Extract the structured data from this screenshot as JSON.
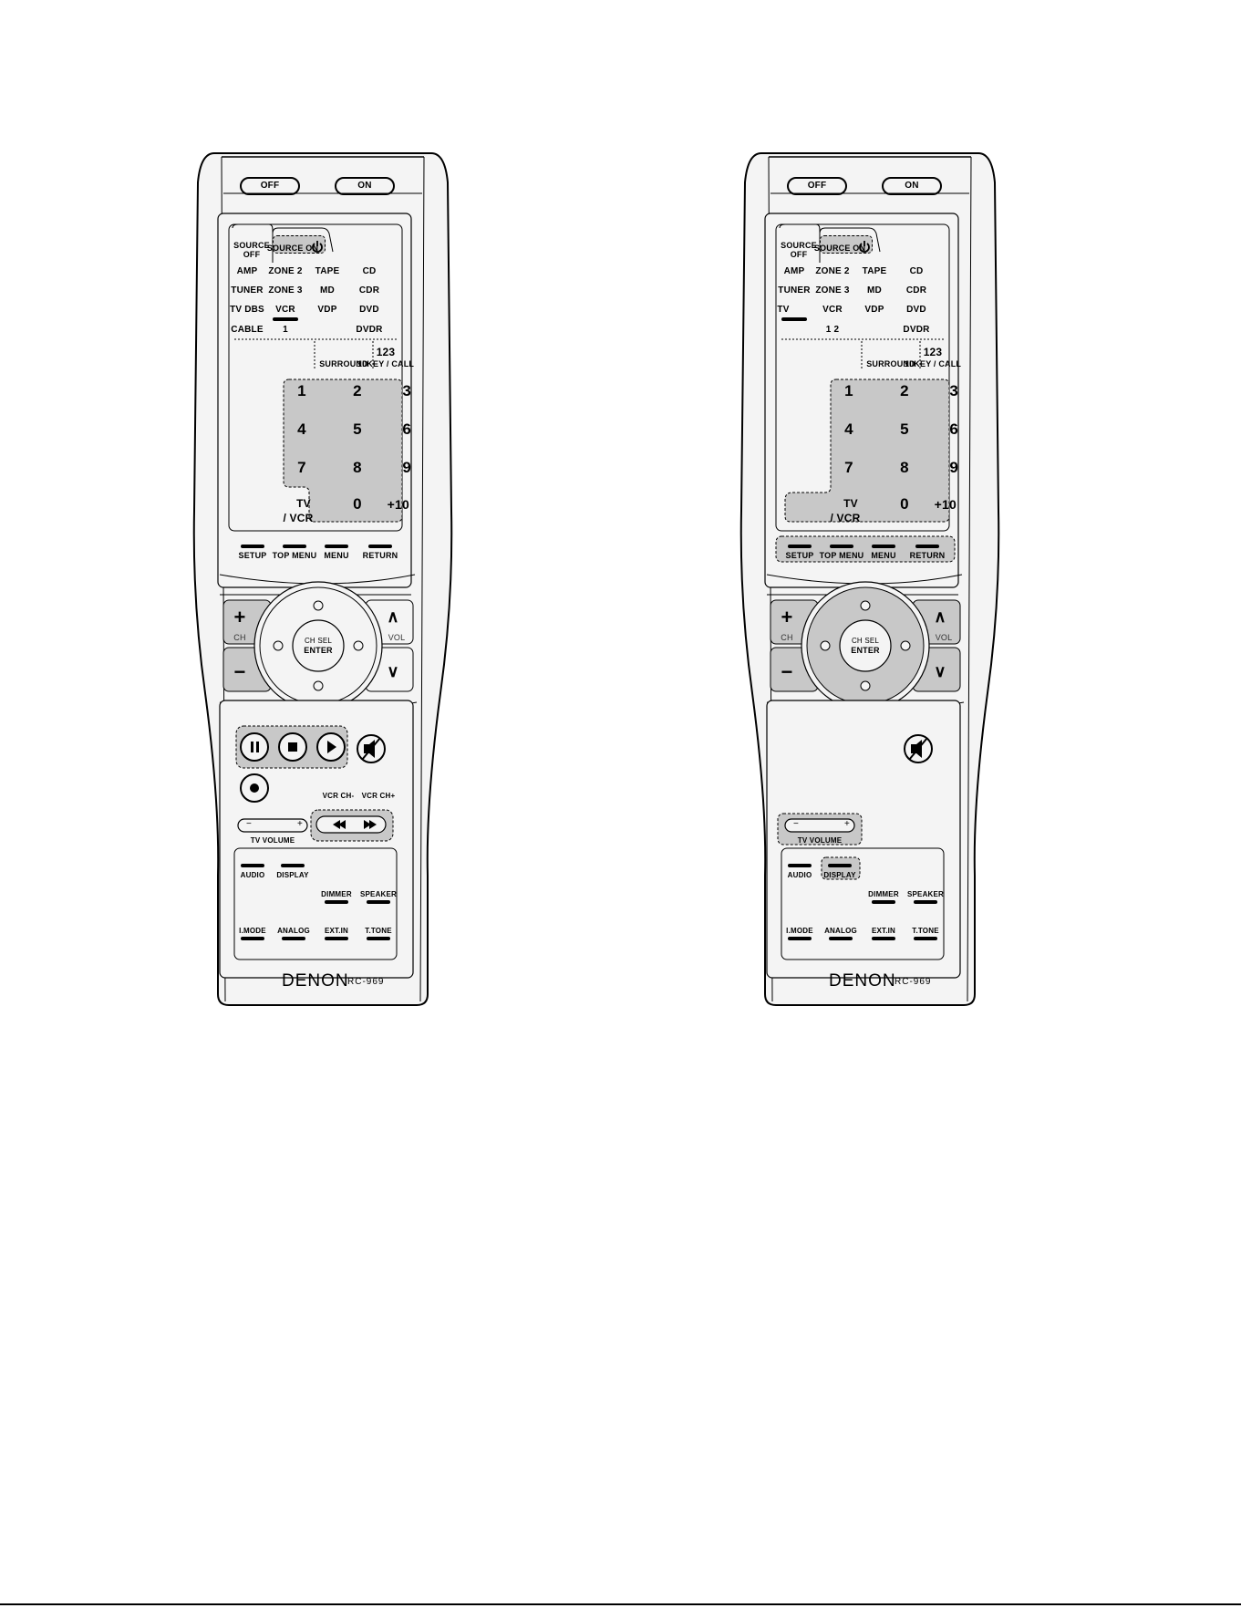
{
  "colors": {
    "body": "#f4f4f4",
    "outline": "#000000",
    "highlight": "#c8c8c8",
    "label": "#000000"
  },
  "remotes": [
    {
      "power": {
        "off": "OFF",
        "on": "ON"
      },
      "tabs": {
        "source_off_1": "SOURCE",
        "source_off_2": "OFF",
        "source_on": "SOURCE ON"
      },
      "sources": [
        [
          "AMP",
          "ZONE 2",
          "TAPE",
          "CD"
        ],
        [
          "TUNER",
          "ZONE 3",
          "MD",
          "CDR"
        ],
        [
          "TV DBS",
          "VCR",
          "VDP",
          "DVD"
        ],
        [
          "CABLE",
          "1",
          "",
          "DVDR"
        ]
      ],
      "mode": {
        "surround": "SURROUND",
        "tenkey_icon": "123",
        "tenkey": "10KEY / CALL"
      },
      "keys": [
        "1",
        "2",
        "3",
        "4",
        "5",
        "6",
        "7",
        "8",
        "9",
        "0",
        "+10"
      ],
      "tvvcr": {
        "l1": "TV",
        "l2": "/ VCR"
      },
      "menu": [
        "SETUP",
        "TOP MENU",
        "MENU",
        "RETURN"
      ],
      "nav": {
        "ch_plus": "+",
        "ch": "CH",
        "ch_minus": "−",
        "vol_up": "∧",
        "vol": "VOL",
        "vol_down": "∨",
        "ch_sel": "CH SEL",
        "enter": "ENTER"
      },
      "transport": {
        "vcr_ch_minus": "VCR CH-",
        "vcr_ch_plus": "VCR CH+",
        "tv_minus": "−",
        "tv_plus": "+",
        "tv_volume": "TV VOLUME"
      },
      "bottom": [
        [
          "AUDIO",
          "DISPLAY"
        ],
        [
          "DIMMER",
          "SPEAKER"
        ],
        [
          "I.MODE",
          "ANALOG",
          "EXT.IN",
          "T.TONE"
        ]
      ],
      "brand": "DENON",
      "model": "RC-969"
    },
    {
      "power": {
        "off": "OFF",
        "on": "ON"
      },
      "tabs": {
        "source_off_1": "SOURCE",
        "source_off_2": "OFF",
        "source_on": "SOURCE ON"
      },
      "sources": [
        [
          "AMP",
          "ZONE 2",
          "TAPE",
          "CD"
        ],
        [
          "TUNER",
          "ZONE 3",
          "MD",
          "CDR"
        ],
        [
          "TV",
          "VCR",
          "VDP",
          "DVD"
        ],
        [
          "",
          "1 2",
          "",
          "DVDR"
        ]
      ],
      "mode": {
        "surround": "SURROUND",
        "tenkey_icon": "123",
        "tenkey": "10KEY / CALL"
      },
      "keys": [
        "1",
        "2",
        "3",
        "4",
        "5",
        "6",
        "7",
        "8",
        "9",
        "0",
        "+10"
      ],
      "tvvcr": {
        "l1": "TV",
        "l2": "/ VCR"
      },
      "menu": [
        "SETUP",
        "TOP MENU",
        "MENU",
        "RETURN"
      ],
      "nav": {
        "ch_plus": "+",
        "ch": "CH",
        "ch_minus": "−",
        "vol_up": "∧",
        "vol": "VOL",
        "vol_down": "∨",
        "ch_sel": "CH SEL",
        "enter": "ENTER"
      },
      "transport": {
        "tv_minus": "−",
        "tv_plus": "+",
        "tv_volume": "TV VOLUME"
      },
      "bottom": [
        [
          "AUDIO",
          "DISPLAY"
        ],
        [
          "DIMMER",
          "SPEAKER"
        ],
        [
          "I.MODE",
          "ANALOG",
          "EXT.IN",
          "T.TONE"
        ]
      ],
      "brand": "DENON",
      "model": "RC-969"
    }
  ]
}
